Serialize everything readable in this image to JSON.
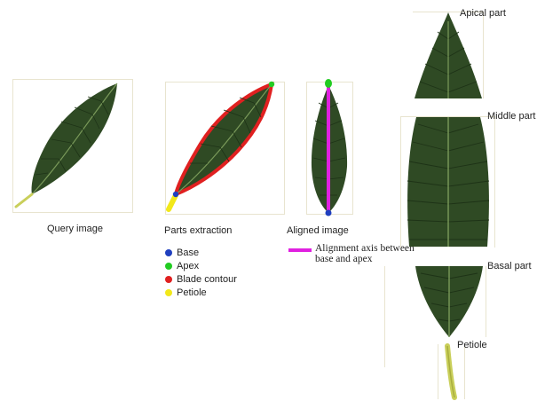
{
  "panels": {
    "query": {
      "caption": "Query image"
    },
    "parts": {
      "caption": "Parts extraction"
    },
    "aligned": {
      "caption": "Aligned image"
    }
  },
  "legend": [
    {
      "label": "Base",
      "color": "#1f3fbf"
    },
    {
      "label": "Apex",
      "color": "#22cc22"
    },
    {
      "label": "Blade contour",
      "color": "#e02020"
    },
    {
      "label": "Petiole",
      "color": "#f2e81a"
    }
  ],
  "axis_note": {
    "text": "Alignment axis between base and apex",
    "color": "#e020e0"
  },
  "segments": {
    "apical": "Apical part",
    "middle": "Middle part",
    "basal": "Basal part",
    "petiole": "Petiole"
  },
  "colors": {
    "leaf": "#2f4a24",
    "leaf_dark": "#1e3317",
    "vein": "#7a9a5a",
    "petiole": "#c9cf5a"
  }
}
